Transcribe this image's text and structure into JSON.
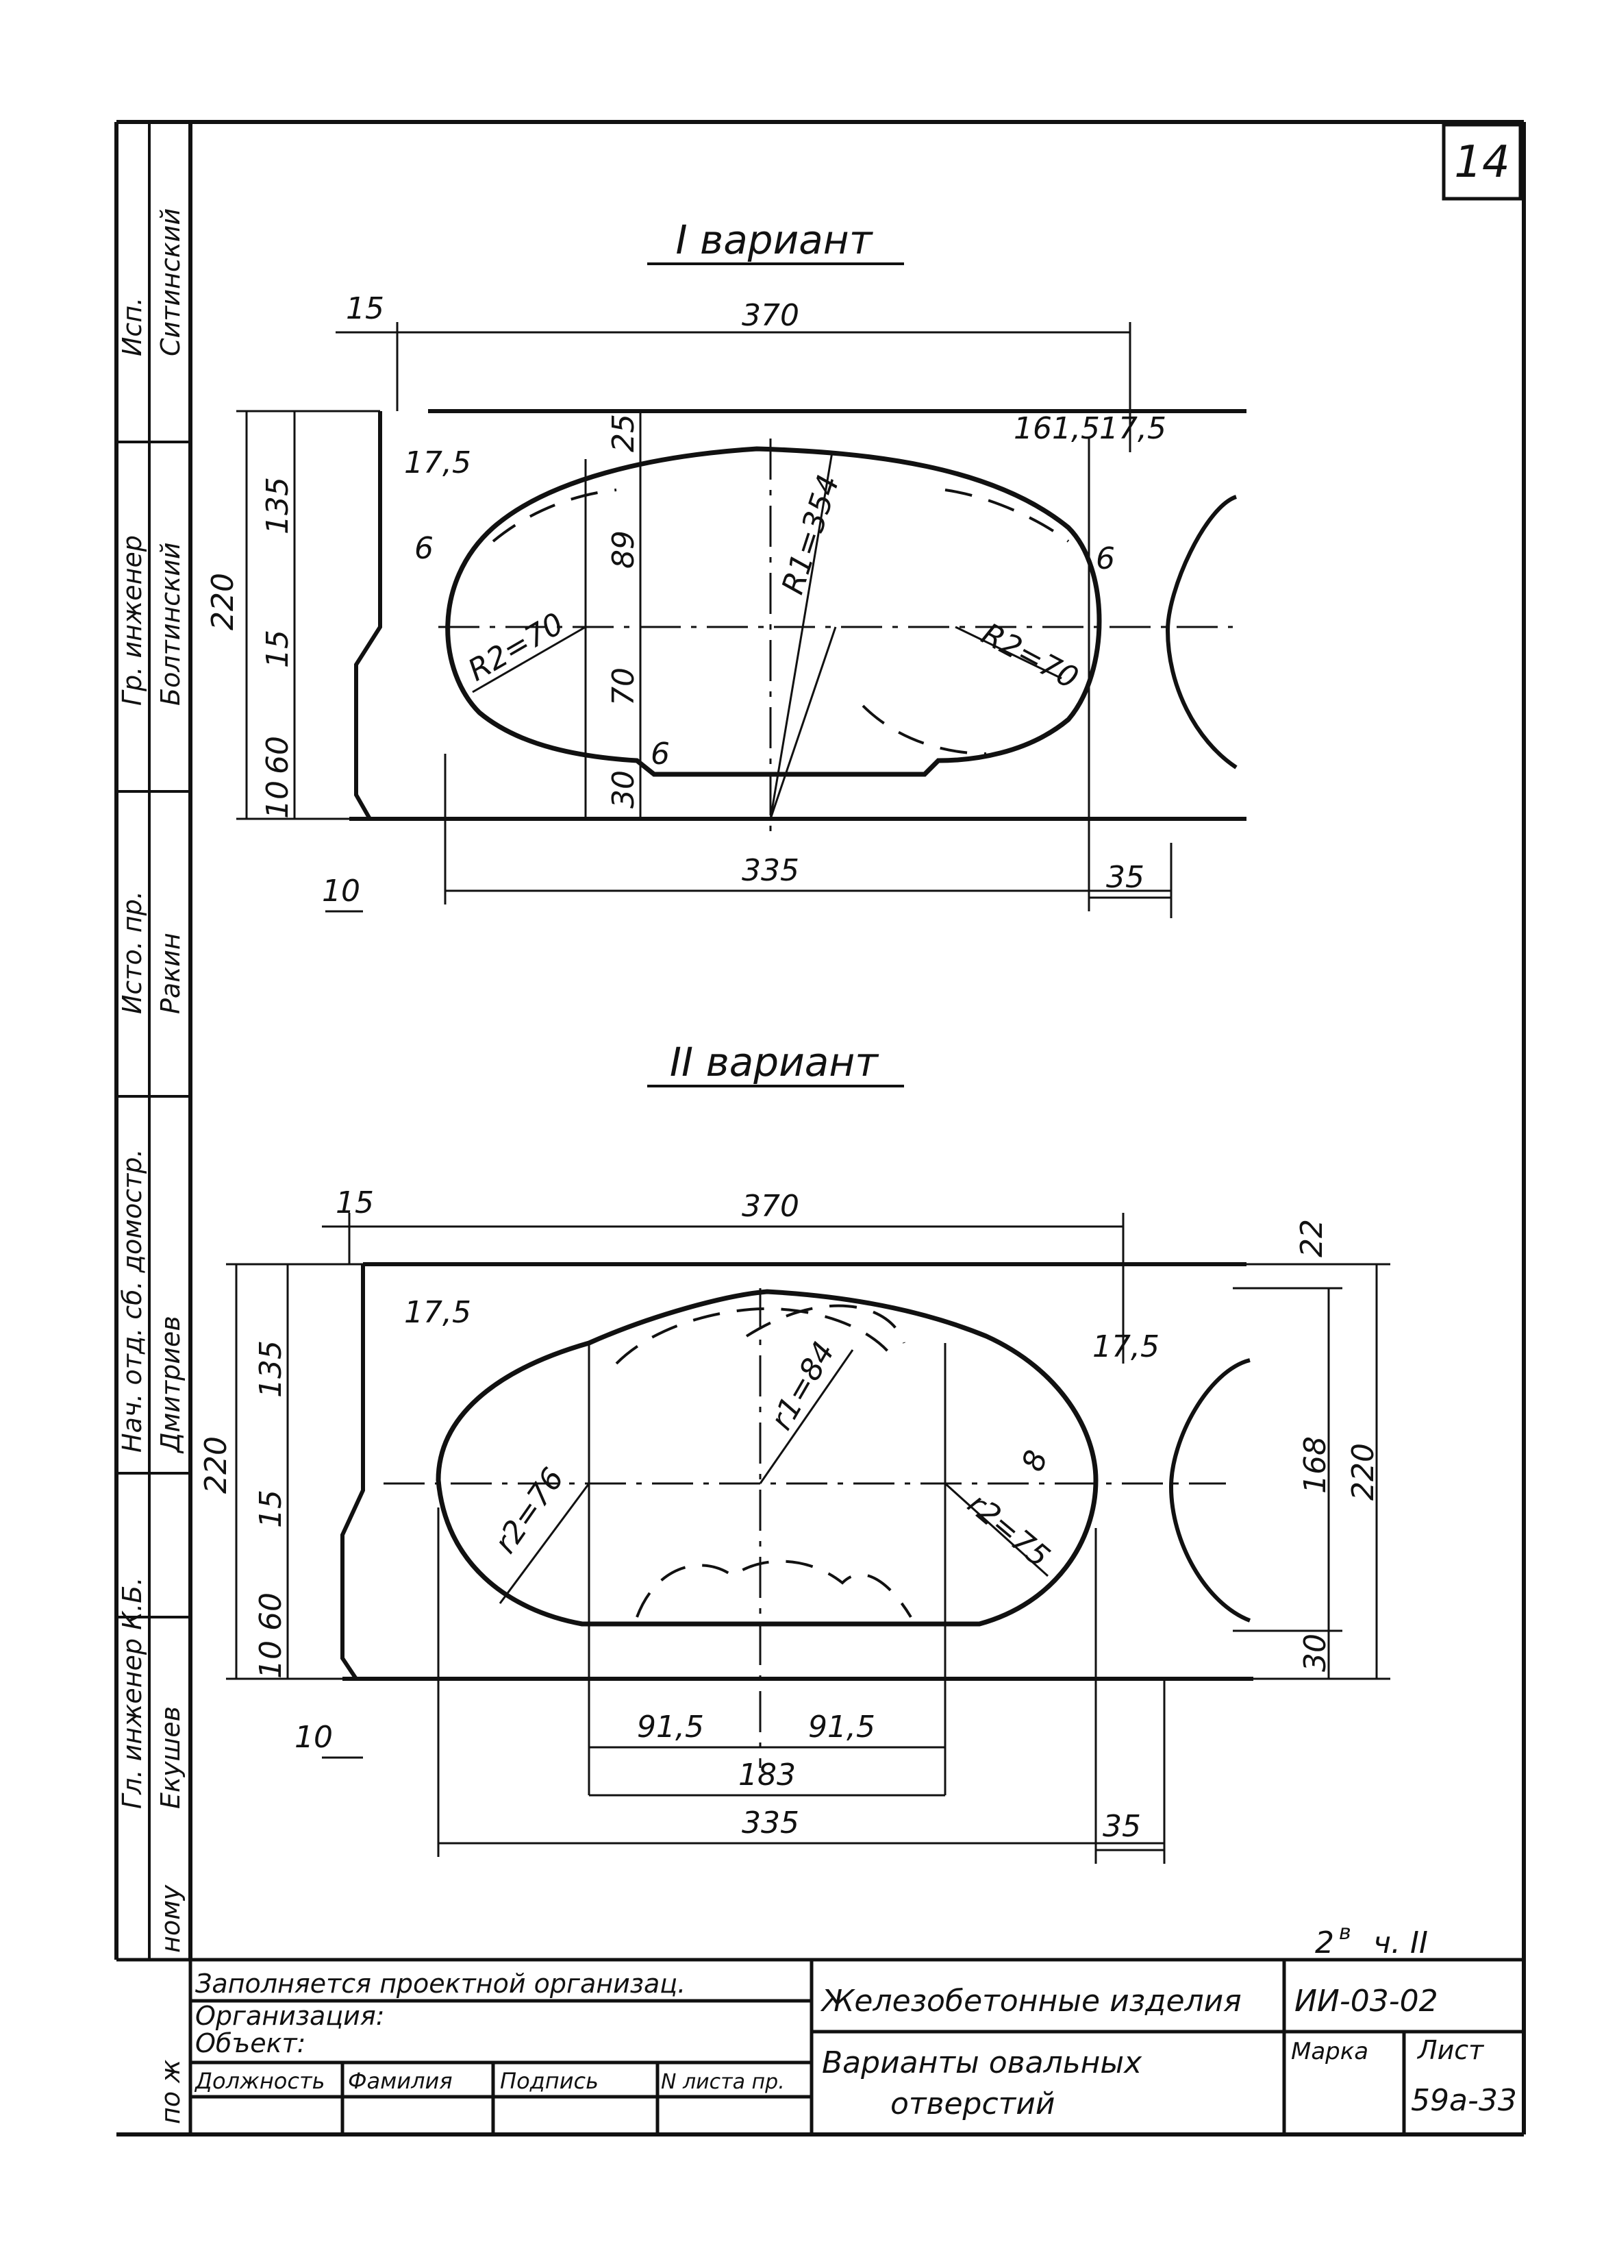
{
  "page_number": "14",
  "variant_1": {
    "title": "I вариант",
    "dims": {
      "top_small": "15",
      "top_total": "370",
      "top_right_a": "161,5",
      "top_right_b": "17,5",
      "left_total": "220",
      "left_135": "135",
      "left_15": "15",
      "left_60": "60",
      "left_10": "10",
      "bottom_10": "10",
      "bottom_335": "335",
      "bottom_35": "35",
      "inner_17_5": "17,5",
      "inner_25": "25",
      "inner_89": "89",
      "inner_70": "70",
      "inner_30": "30",
      "r_big": "R1=354",
      "r_left": "R2=70",
      "r_right": "R2=70",
      "chamfer_left": "6",
      "chamfer_right": "6",
      "chamfer_bottom": "6"
    }
  },
  "variant_2": {
    "title": "II вариант",
    "dims": {
      "top_small": "15",
      "top_total": "370",
      "right_22": "22",
      "left_total": "220",
      "left_135": "135",
      "left_15": "15",
      "left_60": "60",
      "left_10": "10",
      "inner_17_5_left": "17,5",
      "inner_17_5_right": "17,5",
      "r_top": "r1=84",
      "r_left": "r2=76",
      "r_right": "r2=75",
      "r_small": "8",
      "right_168": "168",
      "right_220": "220",
      "right_30": "30",
      "bottom_10": "10",
      "bottom_91a": "91,5",
      "bottom_91b": "91,5",
      "bottom_183": "183",
      "bottom_335": "335",
      "bottom_35": "35"
    }
  },
  "side_stamp": {
    "col1": [
      "Гл. инженер К.Б.",
      "Екушев"
    ],
    "col2": [
      "Нач. отд. сб. домостр.",
      "Дмитриев"
    ],
    "col3": [
      "Гр. инженер",
      "Болтинский"
    ],
    "col4": [
      "Исп.",
      "Ситинский"
    ],
    "col5": [
      "Исто. пр.",
      "Ракин"
    ],
    "bottom_labels": [
      "ному",
      "по ж"
    ]
  },
  "title_block": {
    "sheet_of": "2",
    "sheet_of_sup": "в",
    "part": "ч. II",
    "filled_by": "Заполняется проектной организац.",
    "organization": "Организация:",
    "object": "Объект:",
    "col_position": "Должность",
    "col_surname": "Фамилия",
    "col_signature": "Подпись",
    "col_sheet_no": "N листа пр.",
    "product_type": "Железобетонные изделия",
    "mark_code": "ИИ-03-02",
    "drawing_title_1": "Варианты овальных",
    "drawing_title_2": "отверстий",
    "mark_label": "Марка",
    "sheet_label": "Лист",
    "sheet_number": "59а-33"
  }
}
